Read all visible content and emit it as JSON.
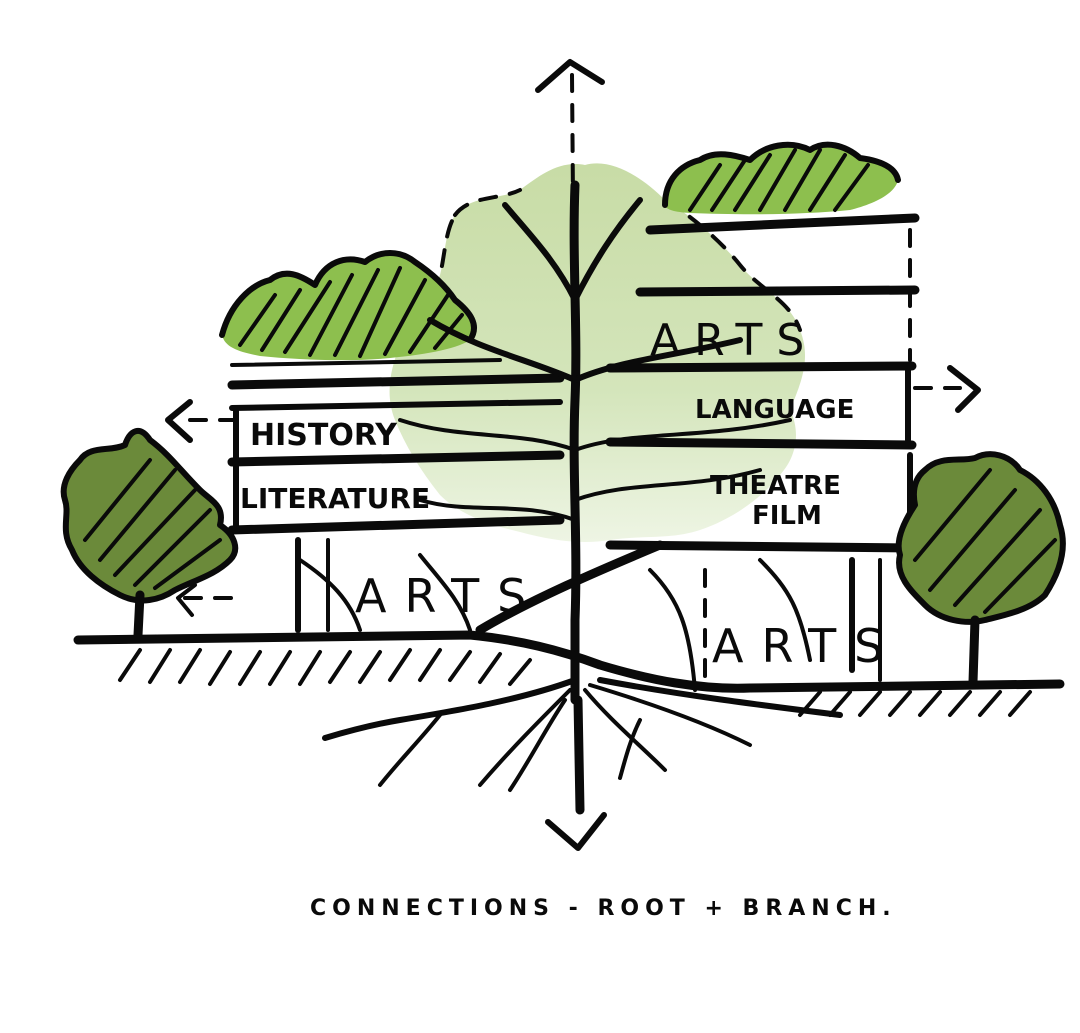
{
  "sketch": {
    "caption": "CONNECTIONS - ROOT + BRANCH.",
    "left_building": {
      "floors": [
        "HISTORY",
        "LITERATURE"
      ],
      "ground_label": "ARTS"
    },
    "right_building": {
      "top_label": "ARTS",
      "floors": [
        "LANGUAGE",
        "THEATRE",
        "FILM"
      ],
      "ground_label": "ARTS"
    },
    "icons": {
      "axis_up": "arrow-up-icon",
      "axis_down": "arrow-down-icon",
      "axis_left": "arrow-left-icon",
      "axis_right": "arrow-right-icon"
    },
    "colors": {
      "ink": "#0a0a0a",
      "canopy_light": "#c9ddaa",
      "canopy_light_top": "#d6e6bd",
      "roof_garden": "#8dbf4e",
      "tree_olive": "#6b8a3a",
      "background": "#ffffff"
    }
  }
}
